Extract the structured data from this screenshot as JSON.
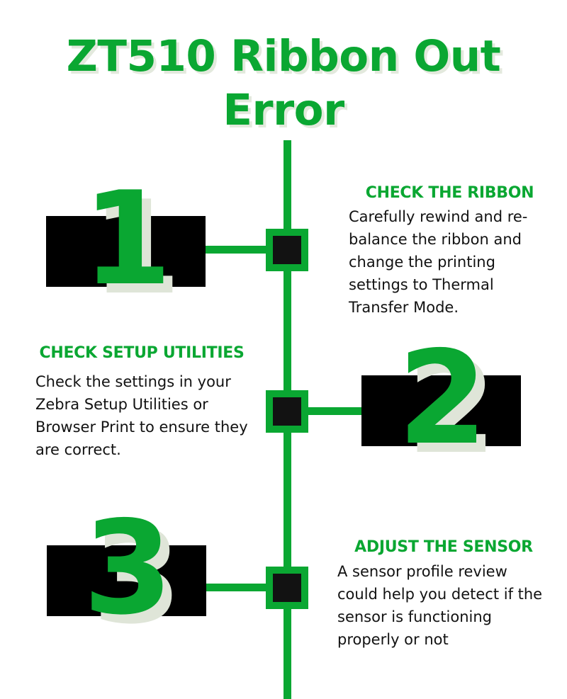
{
  "title": "ZT510 Ribbon Out Error",
  "colors": {
    "accent_green": "#0aa732",
    "shadow_green_tint": "#dfe5d8",
    "block_black": "#000000",
    "node_fill": "#121212",
    "body_text": "#121212",
    "background": "#ffffff"
  },
  "steps": [
    {
      "number": "1",
      "heading": "CHECK THE RIBBON",
      "body": "Carefully rewind and re-balance the ribbon and change the printing settings to Thermal Transfer Mode.",
      "side": "right"
    },
    {
      "number": "2",
      "heading": "CHECK SETUP UTILITIES",
      "body": "Check the settings in your Zebra Setup Utilities or Browser Print to ensure they are correct.",
      "side": "left"
    },
    {
      "number": "3",
      "heading": "ADJUST THE SENSOR",
      "body": "A sensor profile review could help you detect if the sensor is functioning properly or not",
      "side": "right"
    }
  ]
}
